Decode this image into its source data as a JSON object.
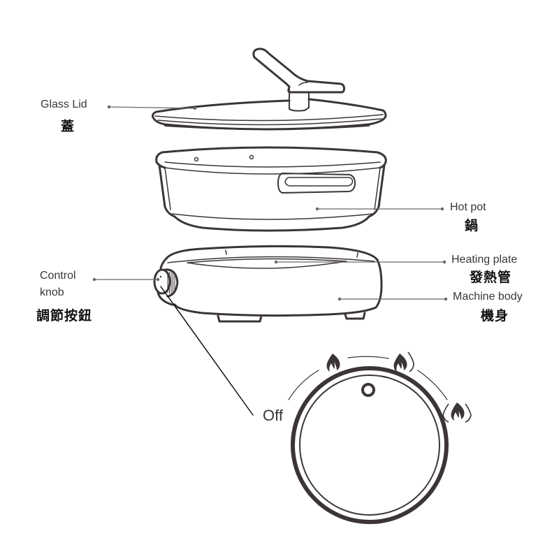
{
  "diagram": {
    "title": "Electric hot pot exploded view",
    "colors": {
      "line": "#3b3536",
      "leader": "#6b6667",
      "text_en": "#3b3536",
      "text_zh": "#111111",
      "background": "#ffffff"
    },
    "parts": [
      {
        "id": "glass_lid",
        "label_en": "Glass Lid",
        "label_zh": "蓋"
      },
      {
        "id": "hot_pot",
        "label_en": "Hot pot",
        "label_zh": "鍋"
      },
      {
        "id": "heating_plate",
        "label_en": "Heating plate",
        "label_zh": "發熱管"
      },
      {
        "id": "machine_body",
        "label_en": "Machine body",
        "label_zh": "機身"
      },
      {
        "id": "control_knob",
        "label_en_line1": "Control",
        "label_en_line2": "knob",
        "label_zh": "調節按鈕"
      }
    ],
    "dial": {
      "off_label": "Off",
      "settings": [
        {
          "position": "off",
          "icon": "none"
        },
        {
          "position": "low",
          "icon": "single-flame-icon"
        },
        {
          "position": "medium",
          "icon": "flame-with-outline-icon"
        },
        {
          "position": "high",
          "icon": "triple-flame-icon"
        }
      ]
    }
  }
}
